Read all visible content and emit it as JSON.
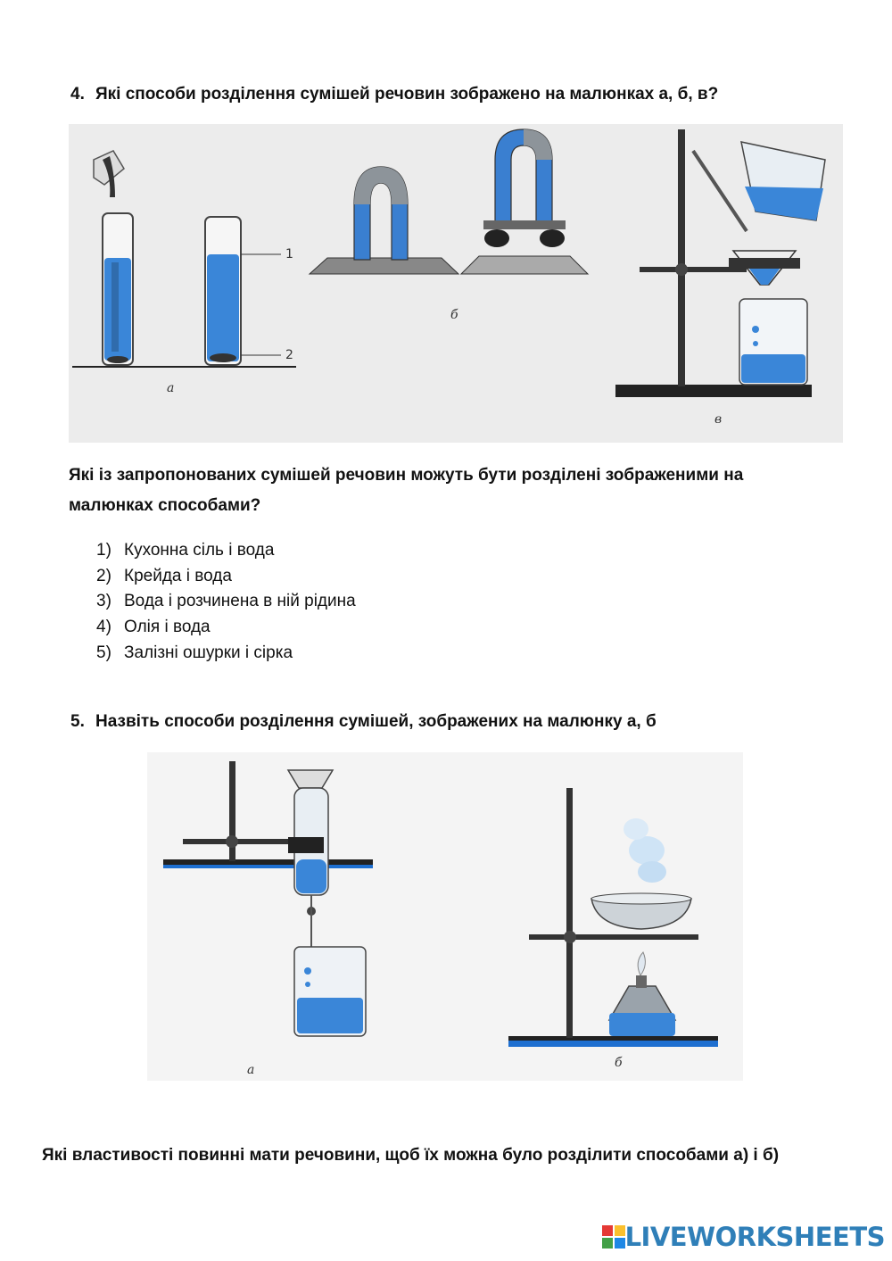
{
  "question4": {
    "number": "4.",
    "text": "Які способи розділення сумішей речовин зображено на малюнках а, б, в?",
    "figure_labels": {
      "a": "а",
      "b": "б",
      "v": "в",
      "mark1": "1",
      "mark2": "2"
    },
    "prompt_line1": "Які із запропонованих сумішей речовин можуть бути розділені зображеними на",
    "prompt_line2": "малюнках способами?",
    "options": [
      {
        "num": "1)",
        "text": "Кухонна сіль і вода"
      },
      {
        "num": "2)",
        "text": "Крейда і вода"
      },
      {
        "num": "3)",
        "text": "Вода і розчинена в ній рідина"
      },
      {
        "num": "4)",
        "text": "Олія і вода"
      },
      {
        "num": "5)",
        "text": "Залізні ошурки і сірка"
      }
    ]
  },
  "question5": {
    "number": "5.",
    "text": "Назвіть способи розділення сумішей, зображених на малюнку а, б",
    "figure_labels": {
      "a": "а",
      "b": "б"
    },
    "prompt": "Які властивості  повинні мати речовини, щоб їх можна було розділити способами а) і б)"
  },
  "brand": {
    "name": "LIVEWORKSHEETS",
    "icon": "liveworksheets-logo-icon"
  },
  "colors": {
    "liquid": "#3a86d8",
    "stand": "#333333",
    "metal": "#9aa3ab"
  }
}
